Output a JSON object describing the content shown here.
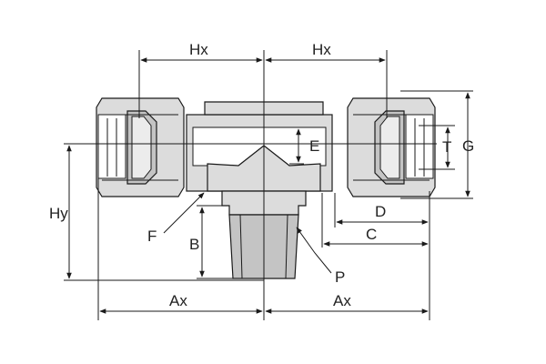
{
  "diagram": {
    "labels": {
      "hx_left": "Hx",
      "hx_right": "Hx",
      "hy": "Hy",
      "e": "E",
      "t": "T",
      "g": "G",
      "d": "D",
      "c": "C",
      "f": "F",
      "b": "B",
      "p": "P",
      "ax_left": "Ax",
      "ax_right": "Ax"
    }
  }
}
